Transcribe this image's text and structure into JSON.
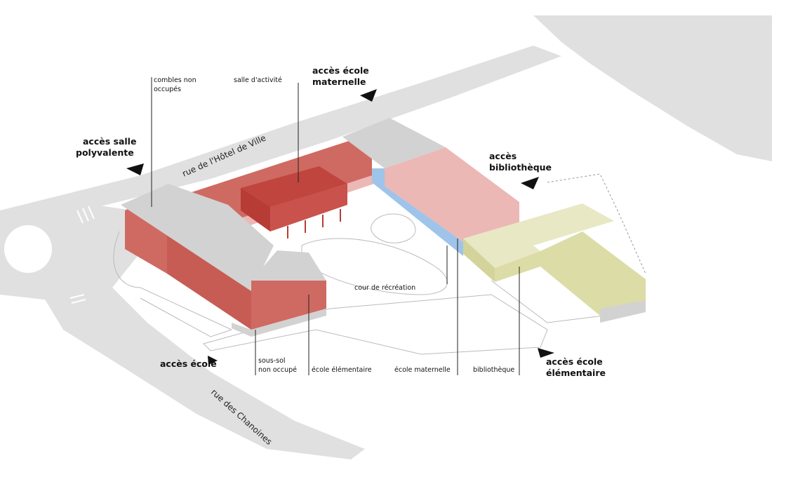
{
  "colors": {
    "school_red": "#cf6a62",
    "school_red_dark": "#c0453f",
    "maternelle_pink": "#ebb8b5",
    "library_olive": "#dcdca7",
    "blue_corridor": "#9fc4ea",
    "roof_grey": "#d2d2d2",
    "street_grey": "#e0e0e0"
  },
  "streets": {
    "hotel_de_ville": "rue de l'Hôtel de Ville",
    "chanoines": "rue des Chanoines"
  },
  "labels": {
    "combles_line1": "combles non",
    "combles_line2": "occupés",
    "salle_activite": "salle d'activité",
    "cour": "cour de récréation",
    "sous_sol_line1": "sous-sol",
    "sous_sol_line2": "non occupé",
    "ecole_elementaire": "école élémentaire",
    "ecole_maternelle": "école maternelle",
    "bibliotheque": "bibliothèque"
  },
  "access": {
    "salle_line1": "accès salle",
    "salle_line2": "polyvalente",
    "maternelle_line1": "accès école",
    "maternelle_line2": "maternelle",
    "biblio_line1": "accès",
    "biblio_line2": "bibliothèque",
    "ecole": "accès école",
    "elementaire_line1": "accès école",
    "elementaire_line2": "élémentaire"
  },
  "icons": [
    "arrow-icon"
  ]
}
